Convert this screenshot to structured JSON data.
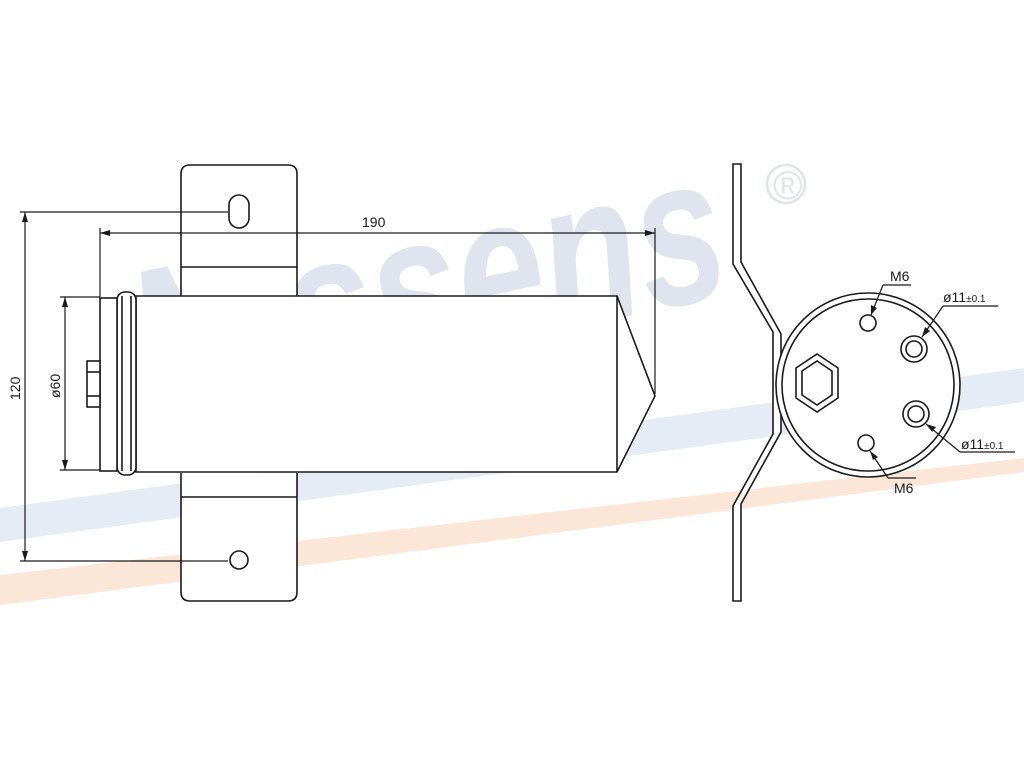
{
  "watermark": {
    "brand": "Nissens",
    "registered_mark": "®",
    "colors": {
      "text": "#dfe4ee",
      "band_blue": "#e6ecf5",
      "band_orange": "#fbe6d8"
    }
  },
  "dimensions": {
    "length": "190",
    "height": "120",
    "diameter": "ø60"
  },
  "end_view_labels": {
    "thread_top": "M6",
    "thread_bottom": "M6",
    "port_top": {
      "main": "ø11",
      "tol": "±0.1"
    },
    "port_bottom": {
      "main": "ø11",
      "tol": "±0.1"
    }
  }
}
